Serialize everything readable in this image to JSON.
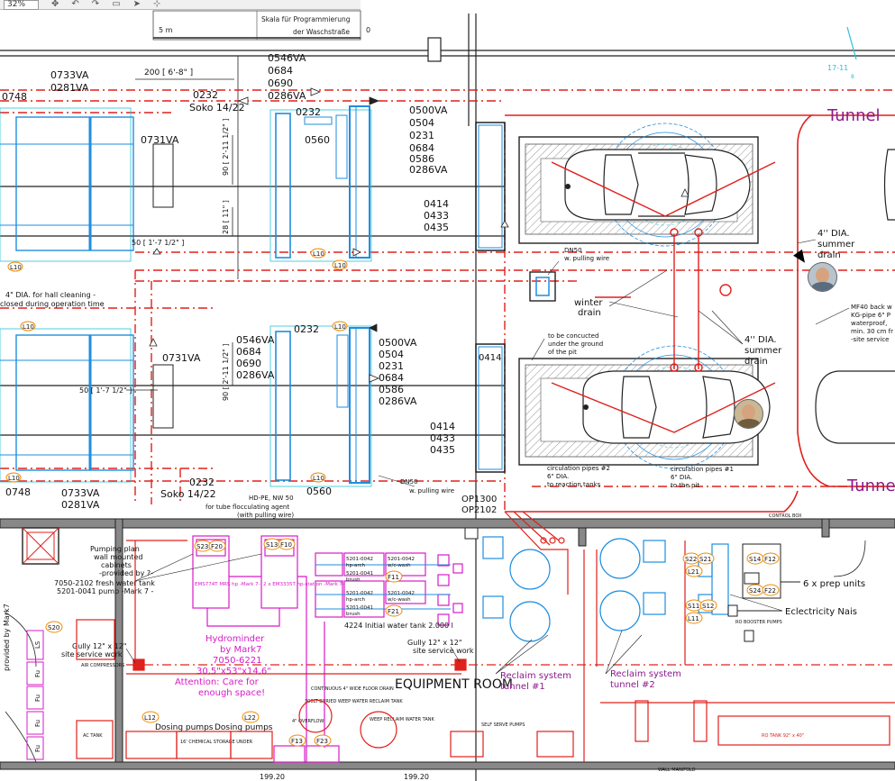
{
  "viewer": {
    "zoom_value": "32%",
    "tool_icons": [
      "pan-icon",
      "undo-icon",
      "redo-icon",
      "save-icon",
      "pointer-icon",
      "snap-icon"
    ]
  },
  "scale": {
    "title_line1": "Skala für Programmierung",
    "title_line2": "der Waschstraße",
    "unit": "5 m",
    "zero": "0"
  },
  "top_grid": {
    "corner_label": "17-11",
    "corner_label2": "8"
  },
  "left_top": {
    "va1": "0733VA",
    "va2": "0281VA",
    "code0748": "0748",
    "dim200": "200 [ 6'-8\" ]",
    "soko": "Soko 14/22",
    "code0232": "0232",
    "code0731": "0731VA",
    "dim50": "50 [ 1'-7 1/2\" ]",
    "dim90": "90 [ 2'-11 1/2\" ]",
    "dim28": "28 [ 11\" ]",
    "hall_note_1": "4\" DIA. for hall cleaning -",
    "hall_note_2": "closed during operation time"
  },
  "group_top": {
    "codes_a": [
      "0546VA",
      "0684",
      "0690",
      "0286VA"
    ],
    "code0232": "0232",
    "code0560": "0560",
    "codes_b": [
      "0500VA",
      "0504",
      "0231",
      "0684",
      "0586",
      "0286VA"
    ],
    "codes_c": [
      "0414",
      "0433",
      "0435"
    ]
  },
  "group_bottom": {
    "codes_a": [
      "0546VA",
      "0684",
      "0690",
      "0286VA"
    ],
    "code0232": "0232",
    "code0731": "0731VA",
    "codes_b": [
      "0500VA",
      "0504",
      "0231",
      "0684",
      "0586",
      "0286VA"
    ],
    "codes_c": [
      "0414",
      "0433",
      "0435"
    ],
    "code0414b": "0414",
    "code0560": "0560",
    "code0748": "0748",
    "va1": "0733VA",
    "va2": "0281VA",
    "soko": "Soko 14/22",
    "code0232b": "0232",
    "dim90": "90 [ 2'-11 1/2\" ]",
    "dim50": "50 [ 1'-7 1/2\" ]"
  },
  "labels": {
    "l10": "L10",
    "tunnel": "Tunnel",
    "dn50_1": "DN50",
    "dn50_1b": "w. pulling wire",
    "dn50_2": "DN50",
    "dn50_2b": "w. pulling wire",
    "winter_drain_1": "winter",
    "winter_drain_2": "drain",
    "summer_top_1": "4'' DIA.",
    "summer_top_2": "summer",
    "summer_top_3": "drain",
    "summer_mid_1": "4'' DIA.",
    "summer_mid_2": "summer",
    "summer_mid_3": "drain",
    "concucted_1": "to be concucted",
    "concucted_2": "under the ground",
    "concucted_3": "of the pit",
    "mf40_1": "MF40 back w",
    "mf40_2": "KG-pipe 6\" P",
    "mf40_3": "waterproof,",
    "mf40_4": "min. 30 cm fr",
    "mf40_5": "-site service",
    "circ1_1": "circulation pipes #2",
    "circ1_2": "6\" DIA.",
    "circ1_3": "to reaction tanks",
    "circ2_1": "circulation pipes #1",
    "circ2_2": "6\" DIA.",
    "circ2_3": "to the pit",
    "hdpe_1": "HD-PE, NW 50",
    "hdpe_2": "for tube flocculating agent",
    "hdpe_3": "(with pulling wire)",
    "op1": "OP1300",
    "op2": "OP2102",
    "control_box": "CONTROL BOX"
  },
  "equipment": {
    "title": "EQUIPMENT ROOM",
    "pumping_1": "Pumping plan",
    "pumping_2": "wall mounted",
    "pumping_3": "cabinets",
    "pumping_4": "-provided by ?-",
    "fresh_1": "7050-2102 fresh water tank",
    "fresh_2": "5201-0041 pump -Mark 7 -",
    "pump_a": "EMS774T MRS hp -Mark 7-",
    "pump_b": "2 x EM3335T hp-station -Mark 7-",
    "initial_tank": "4224 Initial water tank 2.000 l",
    "codes": [
      "5201-0042",
      "hp-arch",
      "5201-0042",
      "w/c-wash",
      "5201-0041",
      "brush",
      "5201-0042",
      "hp-arch",
      "5201-0042",
      "w/c-wash",
      "5201-0041",
      "brush"
    ],
    "gully_1": "Gully 12\" x 12\"",
    "gully_1b": "site service work",
    "gully_2": "Gully 12\" x 12\"",
    "gully_2b": "site service work",
    "hydro_1": "Hydrominder",
    "hydro_2": "by Mark7",
    "hydro_3": "7050-6221",
    "hydro_4": "30,5\"x53\"x14,6\"",
    "hydro_5": "Attention: Care for",
    "hydro_6": "enough space!",
    "reclaim1_1": "Reclaim system",
    "reclaim1_2": "tunnel #1",
    "reclaim2_1": "Reclaim system",
    "reclaim2_2": "tunnel #2",
    "prep_units": "6 x prep units",
    "electricity": "Eclectricity Nais",
    "dosing_1": "Dosing pumps",
    "dosing_2": "Dosing pumps",
    "chem": "16' CHEMICAL STORAGE UNDER",
    "air": "AIR COMPRESSORS",
    "ac_tank": "AC TANK",
    "floor_drain": "CONTINUOUS 4\" WIDE FLOOR DRAIN",
    "weep_tank": "300LT BURIED WEEP WATER RECLAIM TANK",
    "weep_reclaim": "WEEP RECLAIM WATER TANK",
    "overflow": "4\" OVERFLOW",
    "self_serve": "SELF SERVE PUMPS",
    "ro_booster": "RO BOOSTER PUMPS",
    "red_tank": "RO TANK 92\" x 40\"",
    "bottom_1": "199.20",
    "bottom_2": "199.20",
    "wall_manifold": "WALL MANIFOLD",
    "provided_by": "provided by Mark7",
    "tags": [
      "S23",
      "F20",
      "S13",
      "F10",
      "F11",
      "F21",
      "S22",
      "S21",
      "L21",
      "S14",
      "F12",
      "S24",
      "F22",
      "S11",
      "S12",
      "L11",
      "L12",
      "L22",
      "F13",
      "F23",
      "S20"
    ],
    "side_tags": [
      "LS",
      "Fu",
      "Fu",
      "Fu",
      "Fu"
    ]
  },
  "colors": {
    "red": "#e0201c",
    "blue": "#1e8ee0",
    "cyan": "#29c3d8",
    "magenta": "#d81ac8",
    "purple": "#8a1a8a",
    "dark": "#222222",
    "orange": "#f08a00"
  }
}
